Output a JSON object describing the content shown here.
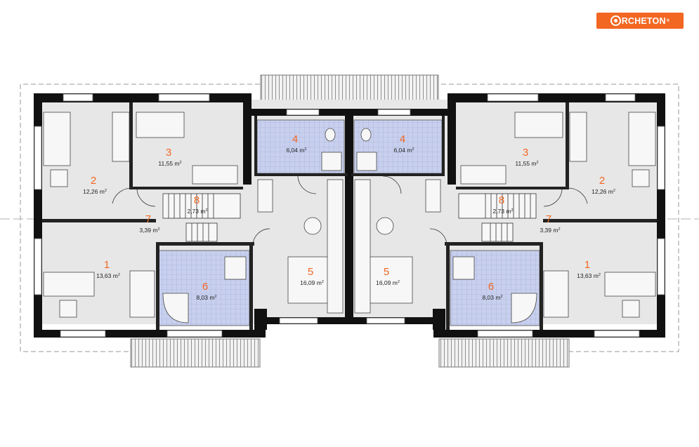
{
  "brand": {
    "logo_text": "ARCHETON",
    "logo_letter": "A",
    "logo_rest": "RCHETON",
    "registered": "®",
    "color": "#f26722"
  },
  "colors": {
    "wall": "#111111",
    "floor": "#e7e7e7",
    "bath": "#c8d0ee",
    "window": "#bdbdbd",
    "label": "#f26722"
  },
  "area_unit": "m",
  "area_unit_power": "2",
  "rooms": [
    {
      "id": "L1",
      "number": "1",
      "area": "13,63"
    },
    {
      "id": "L2",
      "number": "2",
      "area": "12,26"
    },
    {
      "id": "L3",
      "number": "3",
      "area": "11,55"
    },
    {
      "id": "L4",
      "number": "4",
      "area": "6,04"
    },
    {
      "id": "L5",
      "number": "5",
      "area": "16,09"
    },
    {
      "id": "L6",
      "number": "6",
      "area": "8,03"
    },
    {
      "id": "L7",
      "number": "7",
      "area": "3,39"
    },
    {
      "id": "L8",
      "number": "8",
      "area": "2,73"
    },
    {
      "id": "R1",
      "number": "1",
      "area": "13,63"
    },
    {
      "id": "R2",
      "number": "2",
      "area": "12,26"
    },
    {
      "id": "R3",
      "number": "3",
      "area": "11,55"
    },
    {
      "id": "R4",
      "number": "4",
      "area": "6,04"
    },
    {
      "id": "R5",
      "number": "5",
      "area": "16,09"
    },
    {
      "id": "R6",
      "number": "6",
      "area": "8,03"
    },
    {
      "id": "R7",
      "number": "7",
      "area": "3,39"
    },
    {
      "id": "R8",
      "number": "8",
      "area": "2,73"
    }
  ]
}
